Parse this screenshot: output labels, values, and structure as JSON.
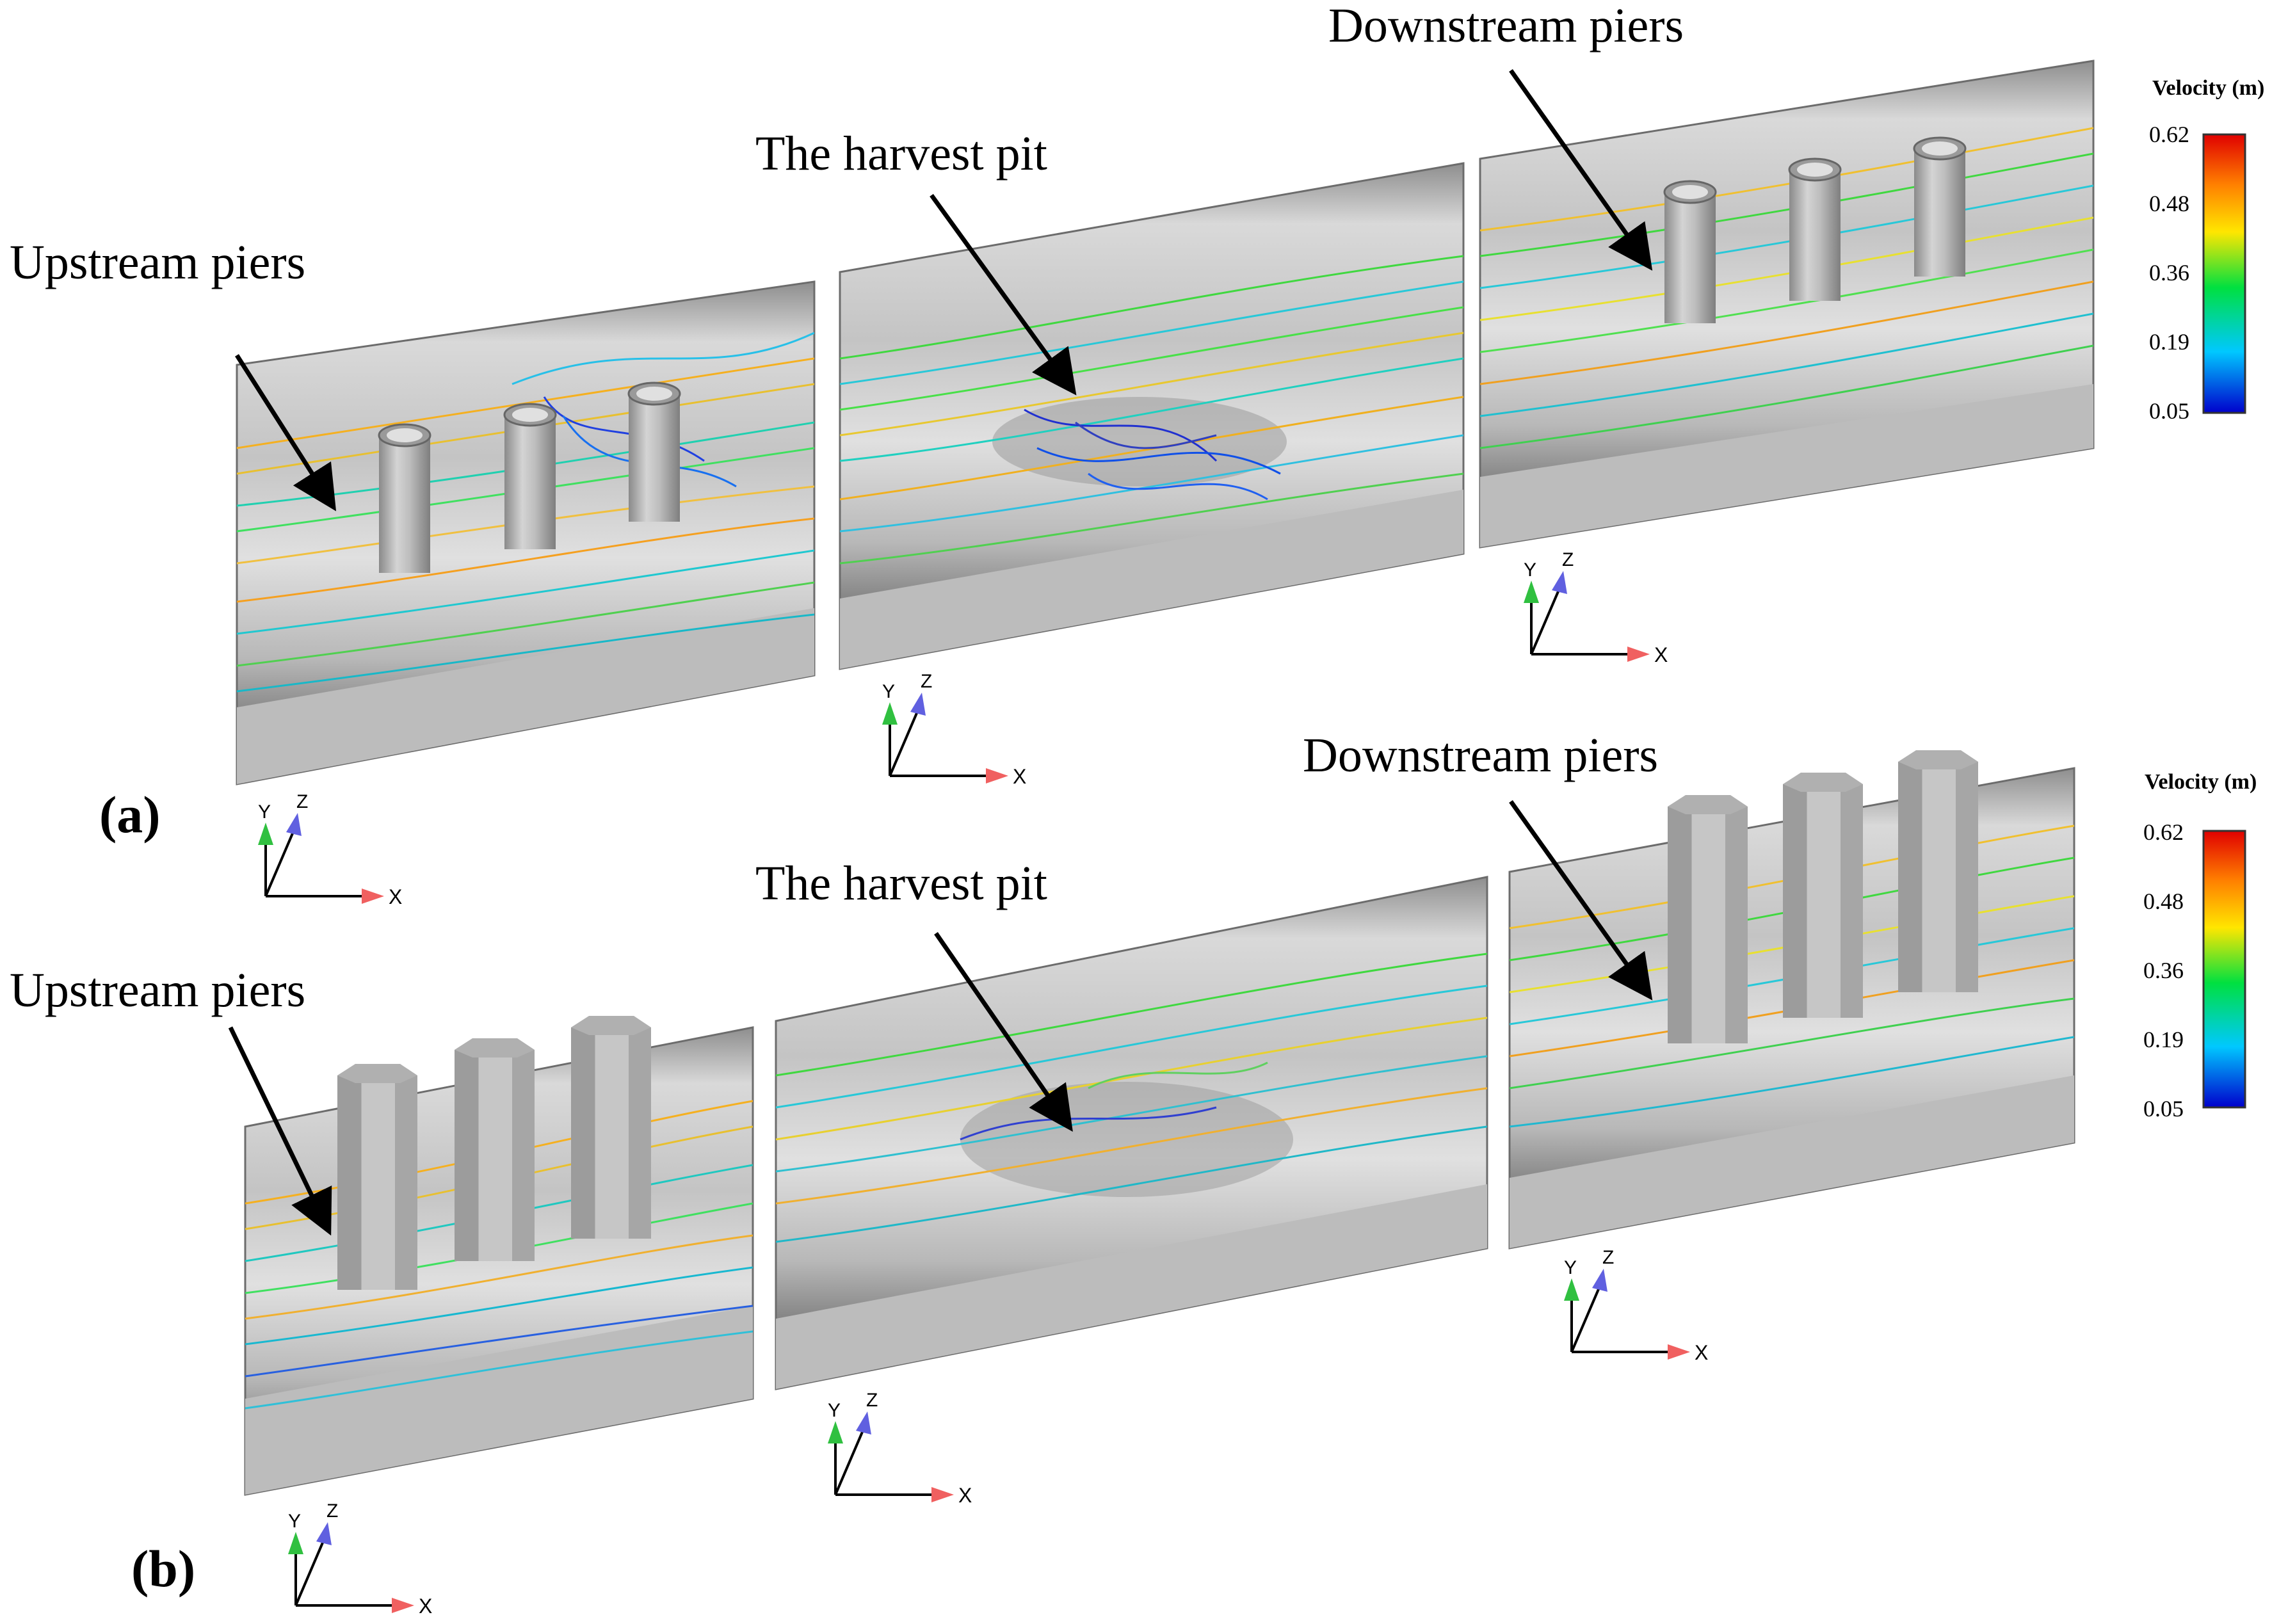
{
  "panel_a": {
    "letter": "(a)",
    "upstream_label": "Upstream piers",
    "pit_label": "The harvest pit",
    "downstream_label": "Downstream piers",
    "pier_shape": "cylinder",
    "legend": {
      "title": "Velocity (m)",
      "ticks": [
        "0.62",
        "0.48",
        "0.36",
        "0.19",
        "0.05"
      ]
    }
  },
  "panel_b": {
    "letter": "(b)",
    "upstream_label": "Upstream piers",
    "pit_label": "The harvest pit",
    "downstream_label": "Downstream piers",
    "pier_shape": "octagonal-prism",
    "legend": {
      "title": "Velocity (m)",
      "ticks": [
        "0.62",
        "0.48",
        "0.36",
        "0.19",
        "0.05"
      ]
    }
  },
  "axes": {
    "x": "X",
    "y": "Y",
    "z": "Z"
  },
  "colors": {
    "bed": "#cfcfcf",
    "bed_dark": "#7a7a7a",
    "pier": "#b3b3b3",
    "colormap": [
      "#0000cc",
      "#00c8ff",
      "#00e040",
      "#ffe600",
      "#ff8000",
      "#e00000"
    ]
  }
}
